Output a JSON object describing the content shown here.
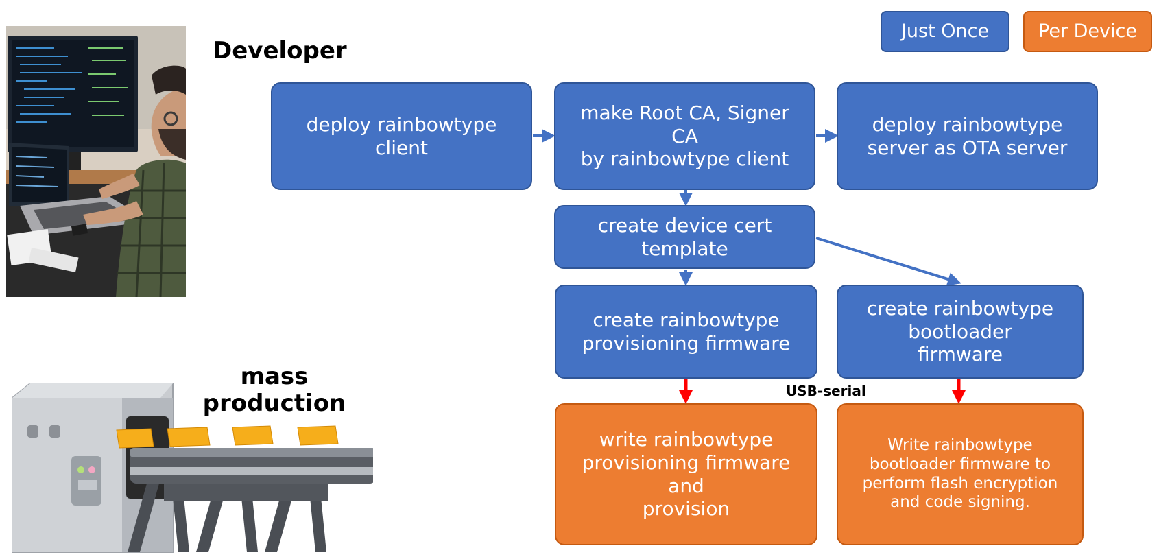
{
  "legend": {
    "just_once": "Just Once",
    "per_device": "Per Device",
    "colors": {
      "just_once": "#4472c4",
      "per_device": "#ed7d31"
    }
  },
  "roles": {
    "developer": "Developer",
    "mass_production": "mass\nproduction"
  },
  "images": {
    "developer_photo": "developer-at-computer-illustration",
    "factory_illustration": "factory-conveyor-illustration"
  },
  "steps": {
    "deploy_client": "deploy rainbowtype\nclient",
    "make_ca": "make Root CA, Signer\nCA\nby rainbowtype client",
    "deploy_server": "deploy rainbowtype\nserver as OTA server",
    "cert_template": "create device cert\ntemplate",
    "create_prov_fw": "create rainbowtype\nprovisioning firmware",
    "create_boot_fw": "create rainbowtype\nbootloader\nfirmware",
    "write_prov_fw": "write rainbowtype\nprovisioning firmware\nand\nprovision",
    "write_boot_fw": "Write rainbowtype\nbootloader firmware to\nperform flash encryption\nand code signing."
  },
  "connector_label": "USB-serial",
  "arrow_colors": {
    "just_once": "#4472c4",
    "per_device": "#ff0000"
  }
}
